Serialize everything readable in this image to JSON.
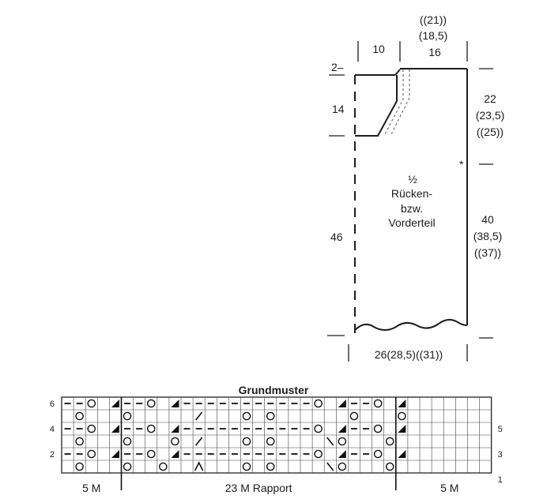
{
  "schematic": {
    "top_left_width": "10",
    "top_right_width": "16",
    "top_right_size_2": "(18,5)",
    "top_right_size_3": "((21))",
    "shoulder_drop": "2–",
    "neck_depth": "14",
    "side_length": "46",
    "armhole_depth": [
      "22",
      "(23,5)",
      "((25))"
    ],
    "body_length": [
      "40",
      "(38,5)",
      "((37))"
    ],
    "armhole_marker": "*",
    "piece_label": [
      "½",
      "Rücken-",
      "bzw.",
      "Vorderteil"
    ],
    "bottom_width": "26(28,5)((31))"
  },
  "stitch_chart": {
    "title": "Grundmuster",
    "left_row_numbers": [
      "6",
      "4",
      "2"
    ],
    "right_row_numbers": [
      "5",
      "3",
      "1"
    ],
    "bottom_labels": [
      "5 M",
      "23 M Rapport",
      "5 M"
    ],
    "symbols": {
      "-": "purl-dash",
      "o": "yarn-over-circle",
      "\\": "left-slant-decrease",
      "/": "right-slant-decrease",
      "t": "triangle-decrease",
      "^": "double-decrease"
    },
    "grid_rows": [
      "--o t--o t-----------o t--o t",
      " o   o     /   o o      o   o",
      "--o t--o t-----------o t--o t",
      " o   o   o /   o o    \\o   o",
      "--o t--o t-----------o t--o t",
      " o   o  o  ^   o o    \\o   o"
    ]
  }
}
